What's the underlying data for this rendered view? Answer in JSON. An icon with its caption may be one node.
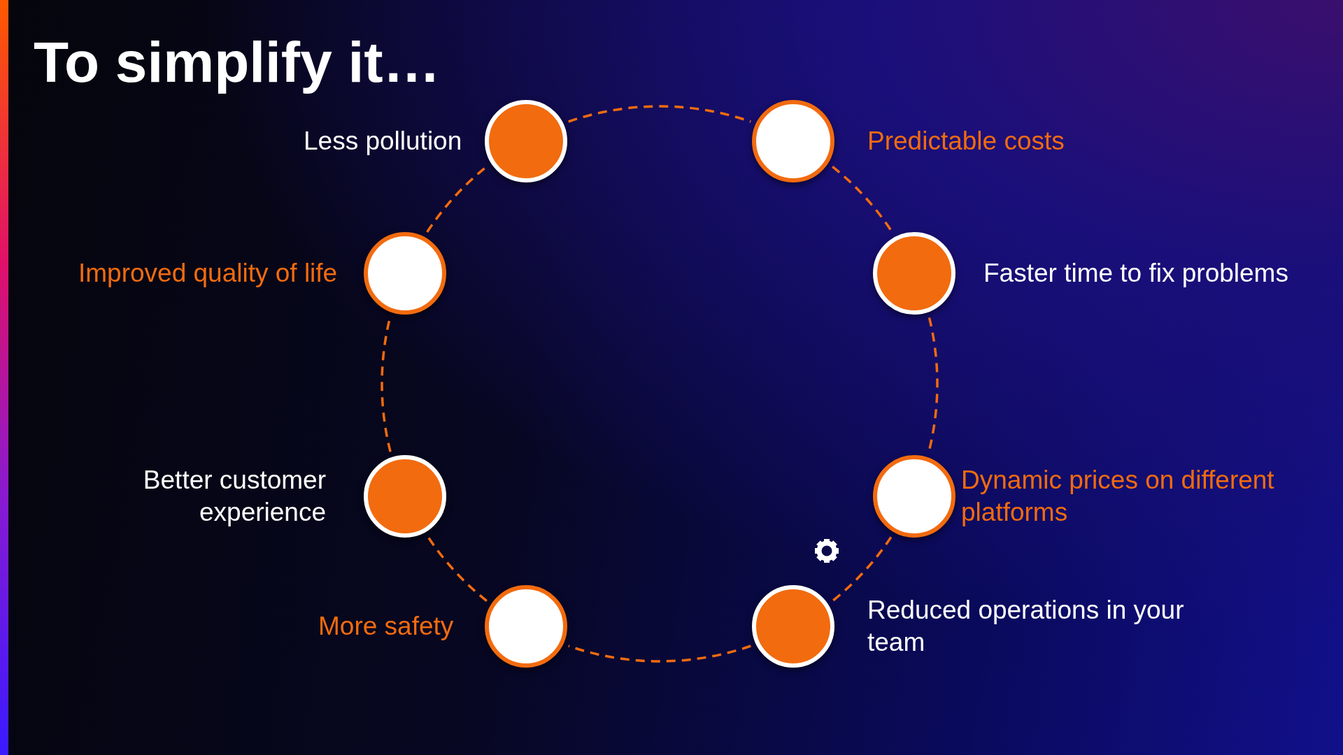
{
  "diagram": {
    "title": "To simplify it…",
    "nodes": [
      {
        "text": [],
        "shape": "circle",
        "beside": [
          "Less pollution"
        ]
      },
      {
        "text": [],
        "shape": "circle",
        "beside": [
          "Predictable costs"
        ]
      },
      {
        "text": [],
        "shape": "circle",
        "beside": [
          "Improved quality of life"
        ]
      },
      {
        "text": [],
        "shape": "circle",
        "beside": [
          "Faster time to fix problems"
        ]
      },
      {
        "text": [],
        "shape": "circle",
        "beside": [
          "Better customer experience"
        ]
      },
      {
        "text": [],
        "shape": "circle",
        "beside": [
          "Dynamic prices on different platforms"
        ]
      },
      {
        "text": [],
        "shape": "circle",
        "beside": [
          "More safety"
        ]
      },
      {
        "text": [],
        "shape": "circle",
        "beside": [
          "Reduced operations in your team"
        ]
      }
    ],
    "edges": [
      {
        "from": 0,
        "to": 1,
        "arrow": "none",
        "style": "dashed"
      },
      {
        "from": 1,
        "to": 3,
        "arrow": "none",
        "style": "dashed"
      },
      {
        "from": 3,
        "to": 5,
        "arrow": "none",
        "style": "dashed"
      },
      {
        "from": 5,
        "to": 7,
        "arrow": "none",
        "style": "dashed"
      },
      {
        "from": 7,
        "to": 6,
        "arrow": "none",
        "style": "dashed"
      },
      {
        "from": 6,
        "to": 4,
        "arrow": "none",
        "style": "dashed"
      },
      {
        "from": 4,
        "to": 2,
        "arrow": "none",
        "style": "dashed"
      },
      {
        "from": 2,
        "to": 0,
        "arrow": "none",
        "style": "dashed"
      }
    ]
  }
}
